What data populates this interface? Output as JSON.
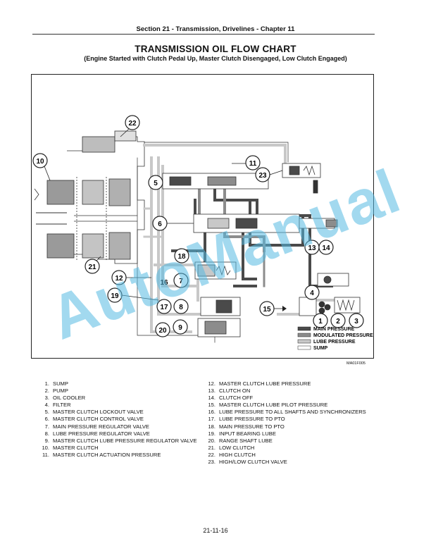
{
  "header": {
    "section": "Section 21 - Transmission, Drivelines - Chapter 11"
  },
  "title": "TRANSMISSION OIL FLOW CHART",
  "subtitle": "(Engine Started with Clutch Pedal Up, Master Clutch Disengaged, Low Clutch Engaged)",
  "figure_id": "MA01F005",
  "callouts": [
    "1",
    "2",
    "3",
    "4",
    "5",
    "6",
    "7",
    "8",
    "9",
    "10",
    "11",
    "12",
    "13",
    "14",
    "15",
    "16",
    "17",
    "18",
    "19",
    "20",
    "21",
    "22",
    "23"
  ],
  "flow_legend": [
    {
      "label": "MAIN PRESSURE",
      "color": "#4a4a4a"
    },
    {
      "label": "MODULATED PRESSURE",
      "color": "#8c8c8c"
    },
    {
      "label": "LUBE PRESSURE",
      "color": "#c8c8c8"
    },
    {
      "label": "SUMP",
      "color": "#ffffff"
    }
  ],
  "legend_left": [
    {
      "num": "1.",
      "text": "SUMP"
    },
    {
      "num": "2.",
      "text": "PUMP"
    },
    {
      "num": "3.",
      "text": "OIL COOLER"
    },
    {
      "num": "4.",
      "text": "FILTER"
    },
    {
      "num": "5.",
      "text": "MASTER CLUTCH LOCKOUT VALVE"
    },
    {
      "num": "6.",
      "text": "MASTER CLUTCH CONTROL VALVE"
    },
    {
      "num": "7.",
      "text": "MAIN PRESSURE REGULATOR VALVE"
    },
    {
      "num": "8.",
      "text": "LUBE PRESSURE REGULATOR VALVE"
    },
    {
      "num": "9.",
      "text": "MASTER CLUTCH LUBE PRESSURE REGULATOR VALVE"
    },
    {
      "num": "10.",
      "text": "MASTER CLUTCH"
    },
    {
      "num": "11.",
      "text": "MASTER CLUTCH ACTUATION PRESSURE"
    }
  ],
  "legend_right": [
    {
      "num": "12.",
      "text": "MASTER CLUTCH LUBE PRESSURE"
    },
    {
      "num": "13.",
      "text": "CLUTCH ON"
    },
    {
      "num": "14.",
      "text": "CLUTCH OFF"
    },
    {
      "num": "15.",
      "text": "MASTER CLUTCH LUBE PILOT PRESSURE"
    },
    {
      "num": "16.",
      "text": "LUBE PRESSURE TO ALL SHAFTS AND SYNCHRONIZERS"
    },
    {
      "num": "17.",
      "text": "LUBE PRESSURE TO PTO"
    },
    {
      "num": "18.",
      "text": "MAIN PRESSURE TO PTO"
    },
    {
      "num": "19.",
      "text": "INPUT BEARING LUBE"
    },
    {
      "num": "20.",
      "text": "RANGE SHAFT LUBE"
    },
    {
      "num": "21.",
      "text": "LOW CLUTCH"
    },
    {
      "num": "22.",
      "text": "HIGH CLUTCH"
    },
    {
      "num": "23.",
      "text": "HIGH/LOW CLUTCH VALVE"
    }
  ],
  "page_number": "21-11-16",
  "watermark": "AutoManual"
}
